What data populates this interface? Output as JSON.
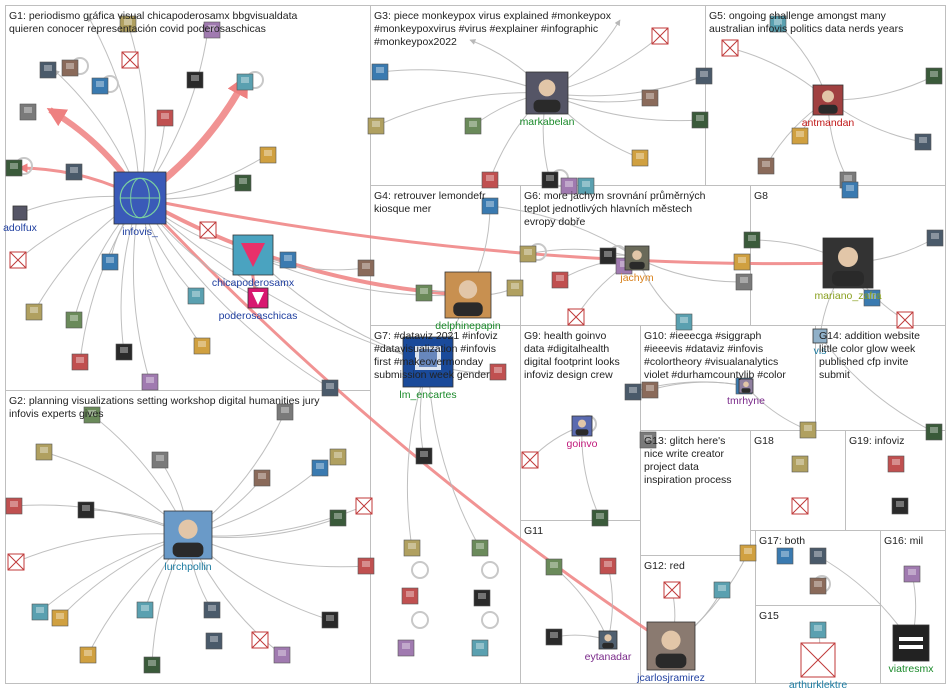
{
  "colors": {
    "background": "#ffffff",
    "box_border": "#bfbfbf",
    "edge": "#b8b8b8",
    "edge_strong": "#ee8080",
    "label_blue": "#1f3fa0",
    "label_green": "#1a8a2a",
    "label_red": "#c01818",
    "label_orange": "#d8801a",
    "label_purple": "#7a2a8a",
    "label_teal": "#1a7aa0",
    "label_lime": "#8aa020"
  },
  "groups": [
    {
      "id": "g1",
      "text": [
        "G1: periodismo gráfica visual chicapoderosamx bbgvisualdata",
        "quieren conocer representación covid poderosaschicas"
      ]
    },
    {
      "id": "g2",
      "text": [
        "G2: planning visualizations setting workshop digital humanities jury",
        "infovis experts gives"
      ]
    },
    {
      "id": "g3",
      "text": [
        "G3: piece monkeypox virus explained #monkeypox",
        "#monkeypoxvirus #virus #explainer #infographic",
        "#monkeypox2022"
      ]
    },
    {
      "id": "g4",
      "text": [
        "G4: retrouver lemondefr",
        "kiosque mer"
      ]
    },
    {
      "id": "g5",
      "text": [
        "G5: ongoing challenge amongst many",
        "australian infovis politics data nerds years"
      ]
    },
    {
      "id": "g6",
      "text": [
        "G6: more jachym srovnání průměrných",
        "teplot jednotlivých hlavních městech",
        "evropy dobře"
      ]
    },
    {
      "id": "g7",
      "text": [
        "G7: #dataviz 2021 #infoviz",
        "#datavisualization #infovis",
        "first #makeovermonday",
        "submission week gender"
      ]
    },
    {
      "id": "g8",
      "text": [
        "G8"
      ]
    },
    {
      "id": "g9",
      "text": [
        "G9: health goinvo",
        "data #digitalhealth",
        "digital footprint looks",
        "infoviz design crew"
      ]
    },
    {
      "id": "g10",
      "text": [
        "G10: #ieeecga #siggraph",
        "#ieeevis #dataviz #infovis",
        "#colortheory #visualanalytics",
        "violet #durhamcountylib #color"
      ]
    },
    {
      "id": "g11",
      "text": [
        "G11"
      ]
    },
    {
      "id": "g12",
      "text": [
        "G12: red"
      ]
    },
    {
      "id": "g13",
      "text": [
        "G13: glitch here's",
        "nice write creator",
        "project data",
        "inspiration process"
      ]
    },
    {
      "id": "g14",
      "text": [
        "G14: addition website",
        "little color glow week",
        "published cfp invite",
        "submit"
      ]
    },
    {
      "id": "g15",
      "text": [
        "G15"
      ]
    },
    {
      "id": "g16",
      "text": [
        "G16: mil"
      ]
    },
    {
      "id": "g17",
      "text": [
        "G17: both"
      ]
    },
    {
      "id": "g18",
      "text": [
        "G18"
      ]
    },
    {
      "id": "g19",
      "text": [
        "G19: infoviz"
      ]
    }
  ],
  "labeled_nodes": [
    {
      "id": "infovis",
      "label": "infovis_",
      "color": "#1f3fa0"
    },
    {
      "id": "adolfux",
      "label": "adolfux",
      "color": "#1f3fa0"
    },
    {
      "id": "chica",
      "label": "chicapoderosamx",
      "color": "#1f3fa0"
    },
    {
      "id": "poderosas",
      "label": "poderosaschicas",
      "color": "#1f3fa0"
    },
    {
      "id": "lurch",
      "label": "lurchpollin",
      "color": "#1a7aa0"
    },
    {
      "id": "markabelan",
      "label": "markabelan",
      "color": "#1a8a2a"
    },
    {
      "id": "antmandan",
      "label": "antmandan",
      "color": "#c01818"
    },
    {
      "id": "delphine",
      "label": "delphinepapin",
      "color": "#1a8a2a"
    },
    {
      "id": "lm",
      "label": "lm_encartes",
      "color": "#1a8a2a"
    },
    {
      "id": "jachym",
      "label": "jachym",
      "color": "#d8801a"
    },
    {
      "id": "mariano",
      "label": "mariano_zafra",
      "color": "#8aa020"
    },
    {
      "id": "vis",
      "label": "vis",
      "color": "#1a7aa0"
    },
    {
      "id": "tmrhyne",
      "label": "tmrhyne",
      "color": "#7a2a8a"
    },
    {
      "id": "goinvo",
      "label": "goinvo",
      "color": "#c0187a"
    },
    {
      "id": "eytanadar",
      "label": "eytanadar",
      "color": "#7a2a8a"
    },
    {
      "id": "jcarlos",
      "label": "jcarlosjramirez",
      "color": "#1f3fa0"
    },
    {
      "id": "arthur",
      "label": "arthurklektre",
      "color": "#1a7aa0"
    },
    {
      "id": "viatres",
      "label": "viatresmx",
      "color": "#1a8a2a"
    }
  ]
}
